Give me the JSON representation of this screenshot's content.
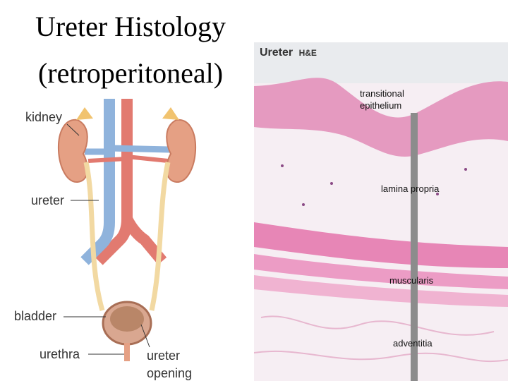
{
  "title": {
    "line1": "Ureter Histology",
    "line2": "(retroperitoneal)"
  },
  "anatomy_labels": {
    "kidney": "kidney",
    "ureter": "ureter",
    "bladder": "bladder",
    "urethra": "urethra",
    "ureter_opening_1": "ureter",
    "ureter_opening_2": "opening"
  },
  "histology": {
    "heading": "Ureter",
    "stain": "H&E",
    "layers": {
      "epithelium_1": "transitional",
      "epithelium_2": "epithelium",
      "lamina_propria": "lamina propria",
      "muscularis": "muscularis",
      "adventitia": "adventitia"
    }
  },
  "colors": {
    "vein": "#8fb3dc",
    "artery": "#e27a70",
    "kidney": "#e5a084",
    "ureter": "#f2d9a2",
    "tissue_pink": "#e99cc0",
    "tissue_light": "#f7eef4"
  }
}
